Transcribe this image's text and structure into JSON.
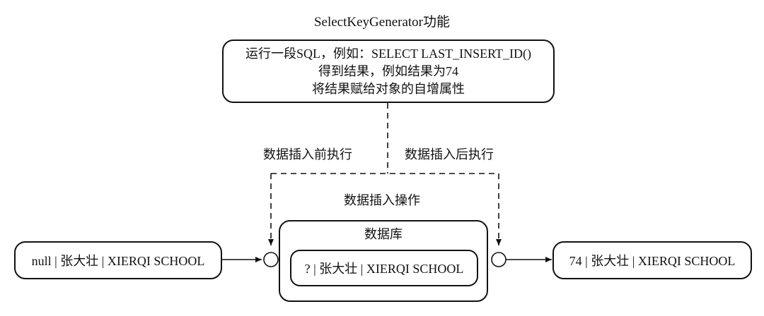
{
  "title": "SelectKeyGenerator功能",
  "top_box": {
    "line1": "运行一段SQL，例如：SELECT LAST_INSERT_ID()",
    "line2": "得到结果，例如结果为74",
    "line3": "将结果赋给对象的自增属性"
  },
  "labels": {
    "before": "数据插入前执行",
    "after": "数据插入后执行",
    "insert_op": "数据插入操作"
  },
  "left_box": "null | 张大壮 | XIERQI SCHOOL",
  "database": {
    "title": "数据库",
    "inner": "? | 张大壮 | XIERQI SCHOOL"
  },
  "right_box": "74 | 张大壮 | XIERQI SCHOOL"
}
